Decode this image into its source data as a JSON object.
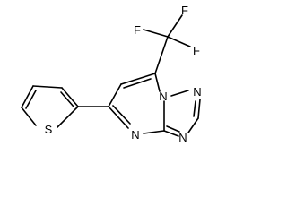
{
  "molecule": {
    "atoms": {
      "f_top": "F",
      "f_left": "F",
      "f_right": "F",
      "n_bridge": "N",
      "n_triazole_top": "N",
      "n_triazole_right": "N",
      "n_pyrimidine": "N",
      "s_thiophene": "S"
    }
  },
  "colors": {
    "bond": "#000000",
    "label": "#000000",
    "background": "#ffffff"
  }
}
